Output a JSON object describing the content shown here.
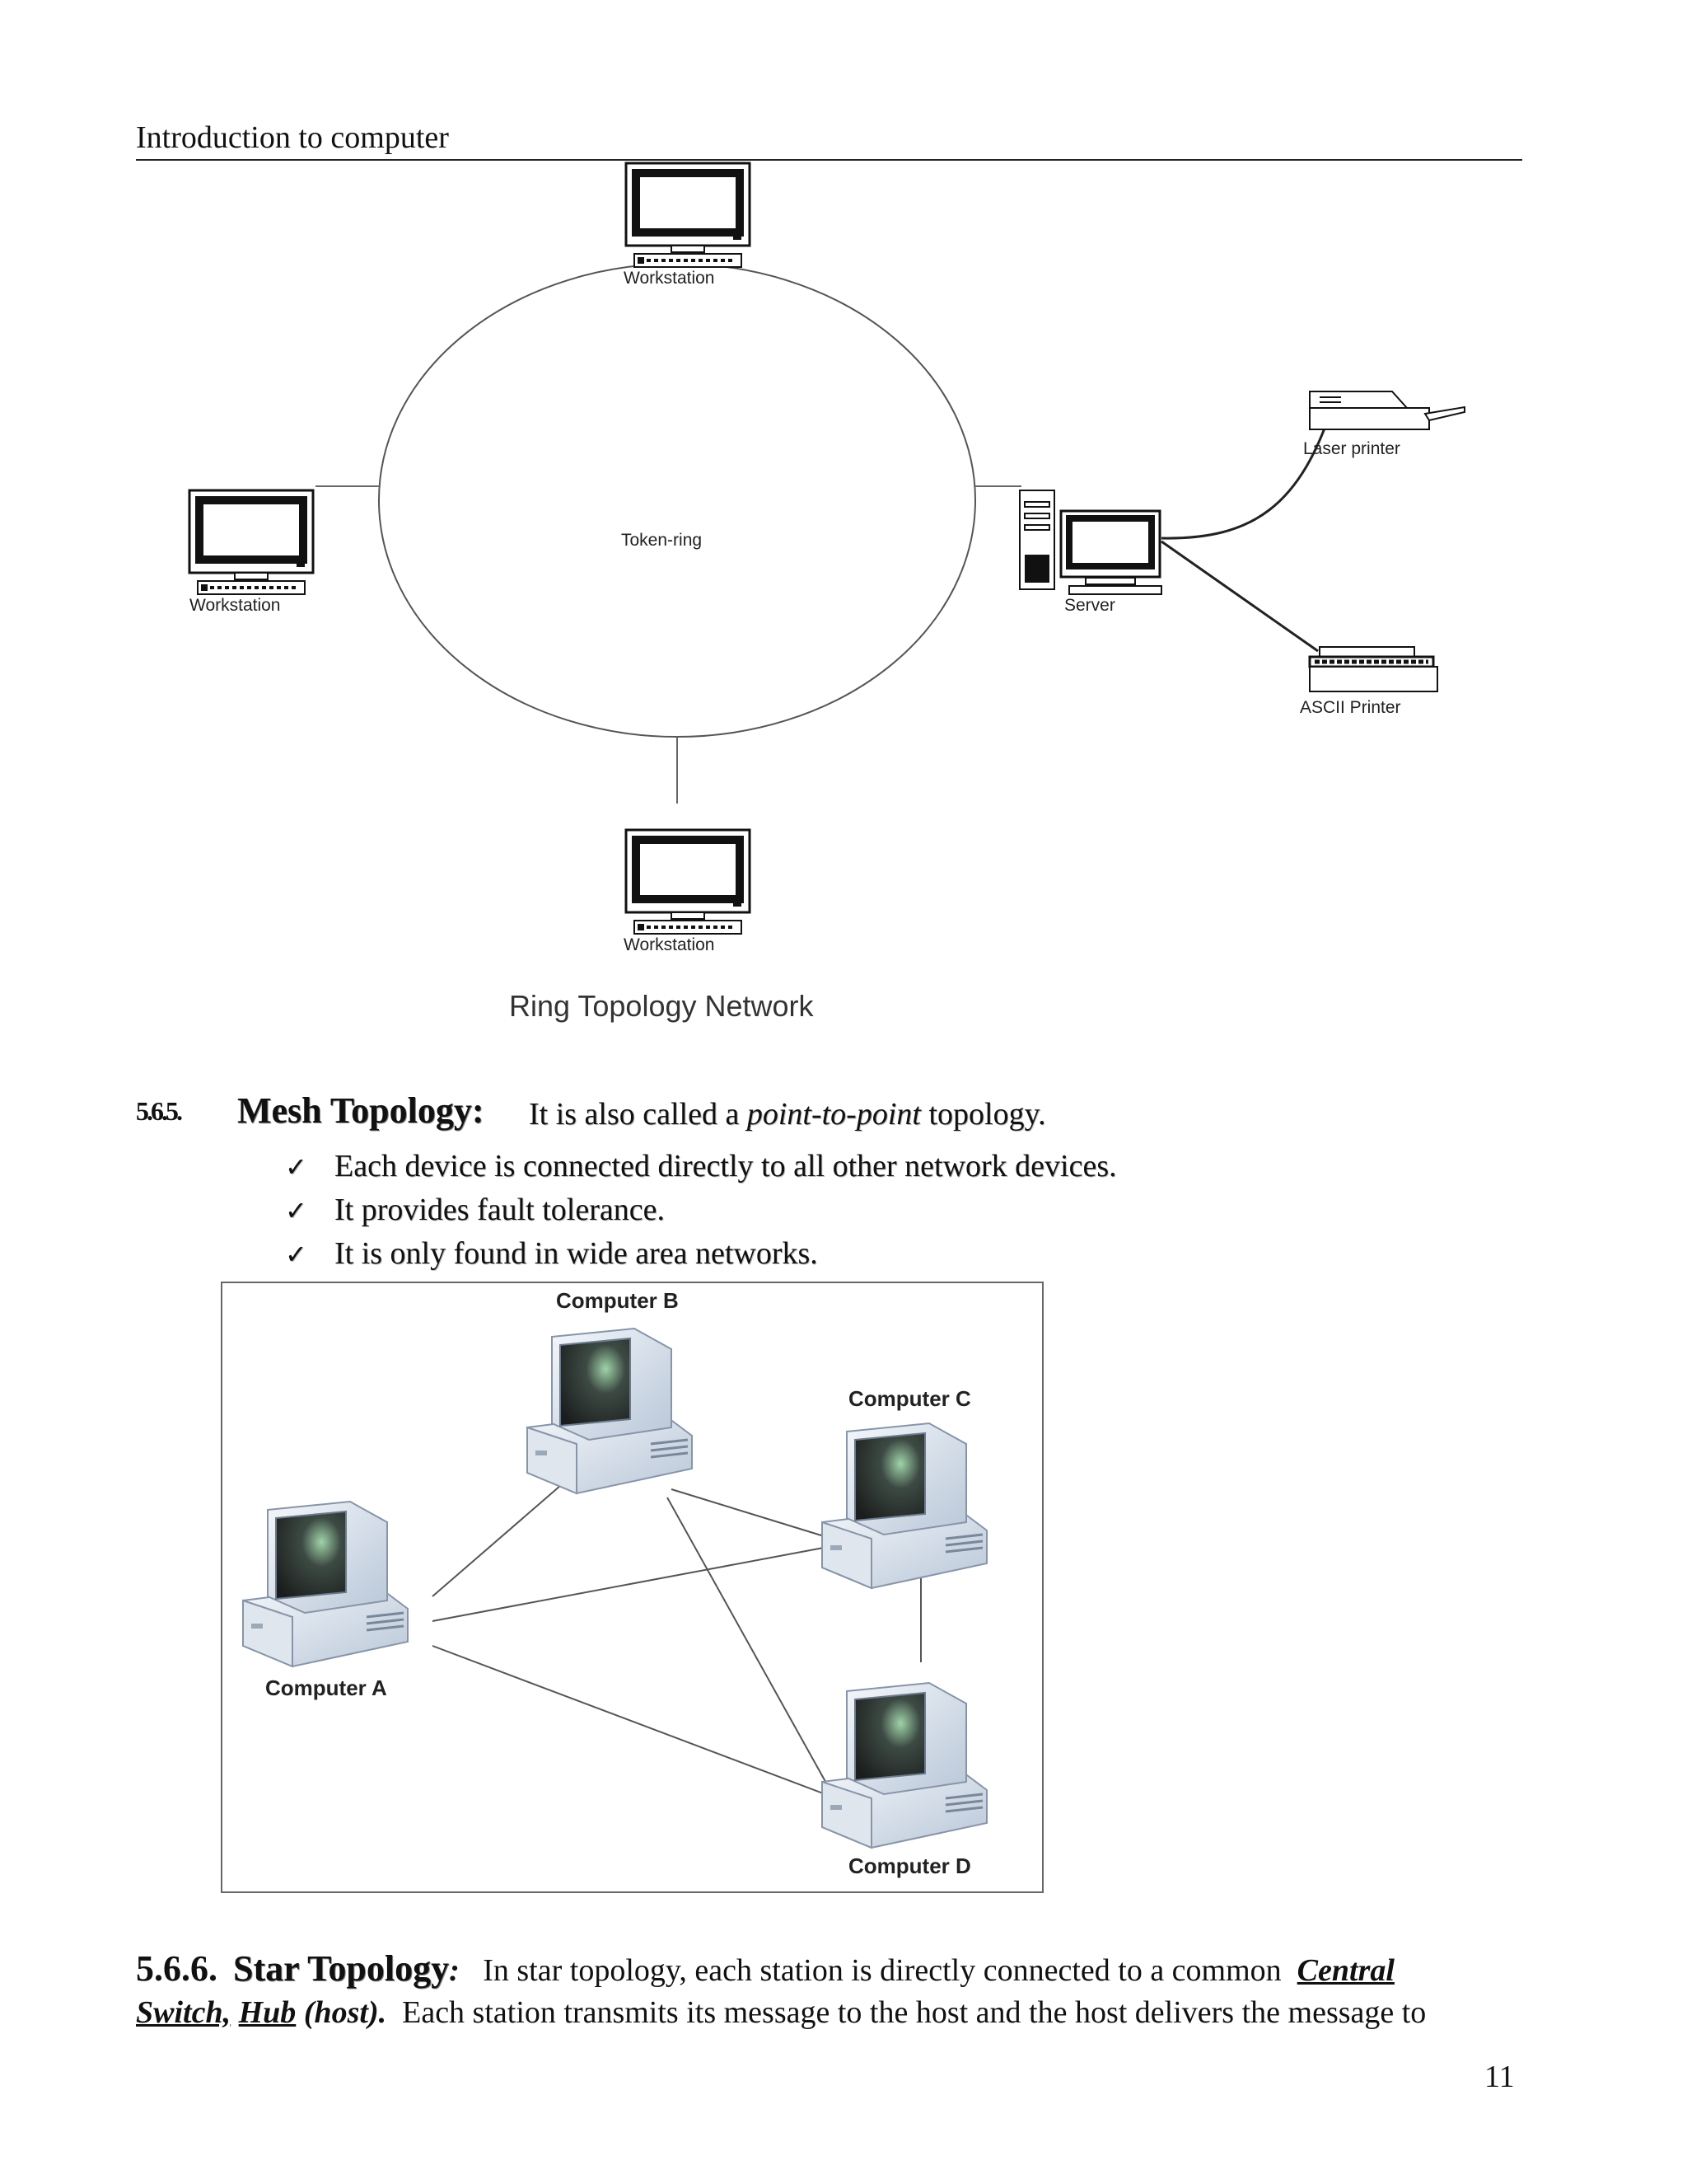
{
  "header": {
    "title": "Introduction to computer"
  },
  "ring_diagram": {
    "ring_label": "Token-ring",
    "workstation_label": "Workstation",
    "server_label": "Server",
    "laser_printer_label": "Laser printer",
    "ascii_printer_label": "ASCII Printer",
    "caption": "Ring Topology Network"
  },
  "mesh_section": {
    "number": "5.6.5.",
    "title": "Mesh Topology:",
    "intro_before": "It is also called a ",
    "intro_italic": "point-to-point",
    "intro_after": " topology.",
    "bullets": [
      "Each device is connected directly to all other network devices.",
      "It provides fault tolerance.",
      "It is only found in wide area networks."
    ],
    "check_glyph": "✓",
    "diagram": {
      "computer_a": "Computer A",
      "computer_b": "Computer B",
      "computer_c": "Computer C",
      "computer_d": "Computer D"
    }
  },
  "star_section": {
    "number": "5.6.6.",
    "title": "Star Topology",
    "colon": ":",
    "text1": "In star topology, each station is directly connected to a common",
    "central": "Central",
    "switch": "Switch,",
    "hub": "Hub",
    "host": "(host).",
    "text2": "Each station transmits its message to the host and the host delivers the message to"
  },
  "page_number": "11"
}
